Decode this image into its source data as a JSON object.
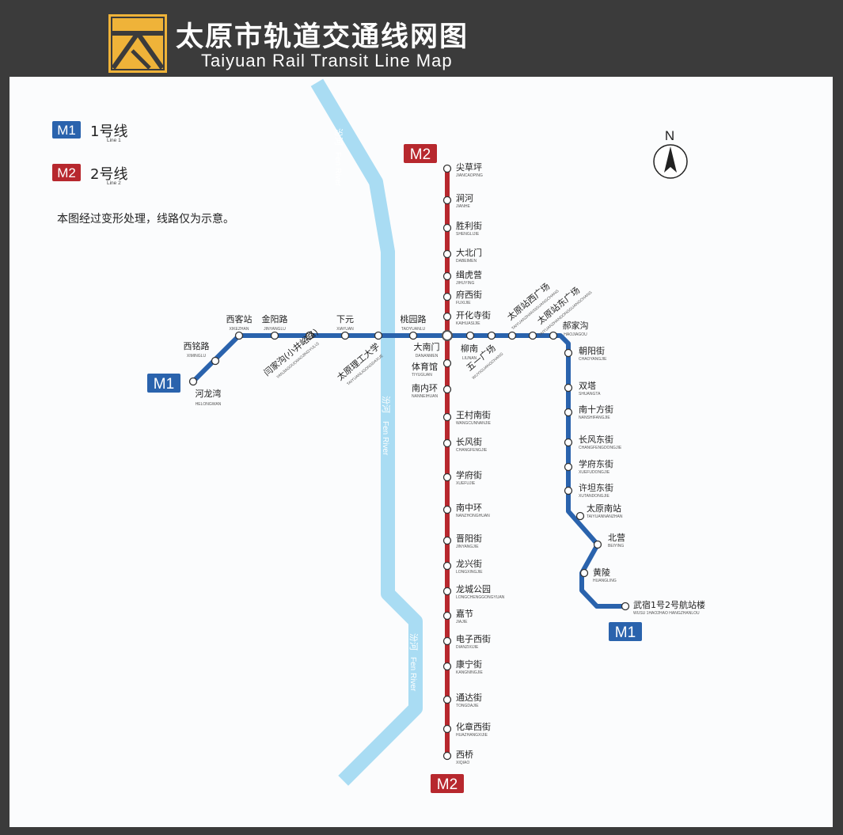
{
  "header": {
    "title_zh": "太原市轨道交通线网图",
    "title_en": "Taiyuan Rail Transit Line Map"
  },
  "legend": {
    "m1": {
      "badge": "M1",
      "name": "1号线",
      "sub": "Line 1"
    },
    "m2": {
      "badge": "M2",
      "name": "2号线",
      "sub": "Line 2"
    },
    "note": "本图经过变形处理，线路仅为示意。"
  },
  "compass": {
    "label": "N"
  },
  "river": {
    "label_zh": "汾河",
    "label_en": "Fen River"
  },
  "colors": {
    "m1": "#2a63ad",
    "m2": "#b7282e",
    "river": "#a9dcf3",
    "header": "#3b3b3b",
    "logo": "#efb339"
  },
  "lines": {
    "m1": {
      "badge": "M1",
      "stations": [
        {
          "zh": "河龙湾",
          "en": "HELONGWAN"
        },
        {
          "zh": "西铭路",
          "en": "XIMINGLU"
        },
        {
          "zh": "西客站",
          "en": "XIKEZHAN"
        },
        {
          "zh": "金阳路",
          "en": "JINYANGLU"
        },
        {
          "zh": "闫家沟(小井峪路)",
          "en": "YANJIAGOU(XIAOJINGYULU)"
        },
        {
          "zh": "下元",
          "en": "XIAYUAN"
        },
        {
          "zh": "太原理工大学",
          "en": "TAIYUANLIGONGDAXUE"
        },
        {
          "zh": "桃园路",
          "en": "TAOYUANLU"
        },
        {
          "zh": "大南门",
          "en": "DANANMEN"
        },
        {
          "zh": "柳南",
          "en": "LIUNAN"
        },
        {
          "zh": "五一广场",
          "en": "WUYIGUANGCHANG"
        },
        {
          "zh": "太原站西广场",
          "en": "TAIYUANZHANXIGUANGCHANG"
        },
        {
          "zh": "太原站东广场",
          "en": "TAIYUANZHANDONGGUANGCHANG"
        },
        {
          "zh": "郝家沟",
          "en": "HAOJIAGOU"
        },
        {
          "zh": "朝阳街",
          "en": "CHAOYANGJIE"
        },
        {
          "zh": "双塔",
          "en": "SHUANGTA"
        },
        {
          "zh": "南十方街",
          "en": "NANSHIFANGJIE"
        },
        {
          "zh": "长风东街",
          "en": "CHANGFENGDONGJIE"
        },
        {
          "zh": "学府东街",
          "en": "XUEFUDONGJIE"
        },
        {
          "zh": "许坦东街",
          "en": "XUTANDONGJIE"
        },
        {
          "zh": "太原南站",
          "en": "TAIYUANNANZHAN"
        },
        {
          "zh": "北营",
          "en": "BEIYING"
        },
        {
          "zh": "黄陵",
          "en": "HUANGLING"
        },
        {
          "zh": "武宿1号2号航站楼",
          "en": "WUSU 1HAO2HAO HANGZHANLOU"
        }
      ]
    },
    "m2": {
      "badge": "M2",
      "stations": [
        {
          "zh": "尖草坪",
          "en": "JIANCAOPING"
        },
        {
          "zh": "涧河",
          "en": "JIANHE"
        },
        {
          "zh": "胜利街",
          "en": "SHENGLIJIE"
        },
        {
          "zh": "大北门",
          "en": "DABEIMEN"
        },
        {
          "zh": "缉虎营",
          "en": "JIHUYING"
        },
        {
          "zh": "府西街",
          "en": "FUXIJIE"
        },
        {
          "zh": "开化寺街",
          "en": "KAIHUASIJIE"
        },
        {
          "zh": "大南门",
          "en": "DANANMEN"
        },
        {
          "zh": "体育馆",
          "en": "TIYUGUAN"
        },
        {
          "zh": "南内环",
          "en": "NANNEIHUAN"
        },
        {
          "zh": "王村南街",
          "en": "WANGCUNNANJIE"
        },
        {
          "zh": "长风街",
          "en": "CHANGFENGJIE"
        },
        {
          "zh": "学府街",
          "en": "XUEFUJIE"
        },
        {
          "zh": "南中环",
          "en": "NANZHONGHUAN"
        },
        {
          "zh": "晋阳街",
          "en": "JINYANGJIE"
        },
        {
          "zh": "龙兴街",
          "en": "LONGXINGJIE"
        },
        {
          "zh": "龙城公园",
          "en": "LONGCHENGGONGYUAN"
        },
        {
          "zh": "嘉节",
          "en": "JIAJIE"
        },
        {
          "zh": "电子西街",
          "en": "DIANZIXIJIE"
        },
        {
          "zh": "康宁街",
          "en": "KANGNINGJIE"
        },
        {
          "zh": "通达街",
          "en": "TONGDAJIE"
        },
        {
          "zh": "化章西街",
          "en": "HUAZHANGXIJIE"
        },
        {
          "zh": "西桥",
          "en": "XIQIAO"
        }
      ]
    }
  }
}
